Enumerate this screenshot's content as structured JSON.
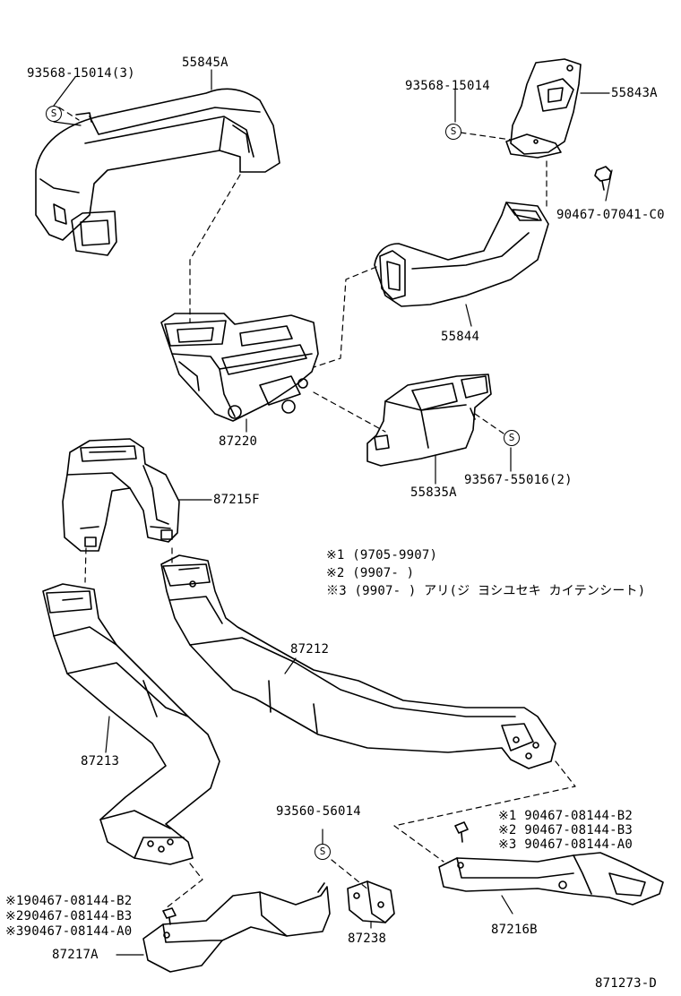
{
  "labels": {
    "p55845A": "55845A",
    "p93568_15014_3": "93568-15014(3)",
    "p93568_15014": "93568-15014",
    "p55843A": "55843A",
    "p90467_07041": "90467-07041-C0",
    "p55844": "55844",
    "p87220": "87220",
    "p55835A": "55835A",
    "p93567_55016": "93567-55016(2)",
    "p87215F": "87215F",
    "p87212": "87212",
    "p87213": "87213",
    "p93560_56014": "93560-56014",
    "p87238": "87238",
    "p87216B": "87216B",
    "p87217A": "87217A",
    "bolt_right_1": "※1 90467-08144-B2",
    "bolt_right_2": "※2 90467-08144-B3",
    "bolt_right_3": "※3 90467-08144-A0",
    "bolt_left_1": "※190467-08144-B2",
    "bolt_left_2": "※290467-08144-B3",
    "bolt_left_3": "※390467-08144-A0",
    "diagram_code": "871273-D"
  },
  "legend": [
    "※1 (9705-9907)",
    "※2 (9907-      )",
    "※3 (9907-      ) アリ(ジ ヨシユセキ カイテンシート)"
  ],
  "screw_symbol": "S",
  "colors": {
    "ink": "#000000",
    "paper": "#ffffff"
  }
}
